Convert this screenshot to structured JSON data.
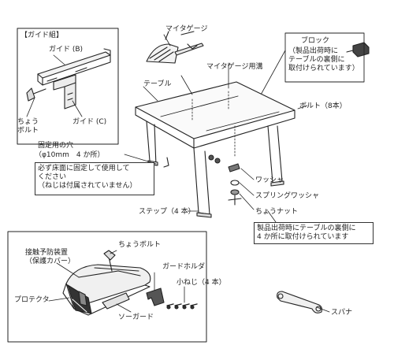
{
  "guide_set": {
    "title": "【ガイド組】",
    "guide_b": "ガイド (B)",
    "wing_bolt": "ちょう\nボルト",
    "guide_c": "ガイド (C)"
  },
  "miter_gauge": "マイタゲージ",
  "miter_slot": "マイタゲージ用溝",
  "table": "テーブル",
  "block": {
    "label": "ブロック",
    "note": "（製品出荷時に\nテーブルの裏側に\n取付けられています）"
  },
  "bolt": "ボルト（8本）",
  "fixing_hole": {
    "label": "固定用の穴",
    "size": "（φ10mm　4 か所）",
    "note": "必ず床面に固定して使用して\nください\n（ねじは付属されていません）"
  },
  "washer": "ワッシャ",
  "spring_washer": "スプリングワッシャ",
  "wing_nut": "ちょうナット",
  "leg": "ステップ（4 本）",
  "shipping_note": "製品出荷時にテーブルの裏側に\n4 か所に取付けられています",
  "guard": {
    "contact_guard": "接触予防装置\n（保護カバー）",
    "wing_bolt": "ちょうボルト",
    "guard_holder": "ガードホルダ",
    "small_screw": "小ねじ（4 本）",
    "protector": "プロテクタ",
    "saw_guard": "ソーガード"
  },
  "spanner": "スパナ"
}
